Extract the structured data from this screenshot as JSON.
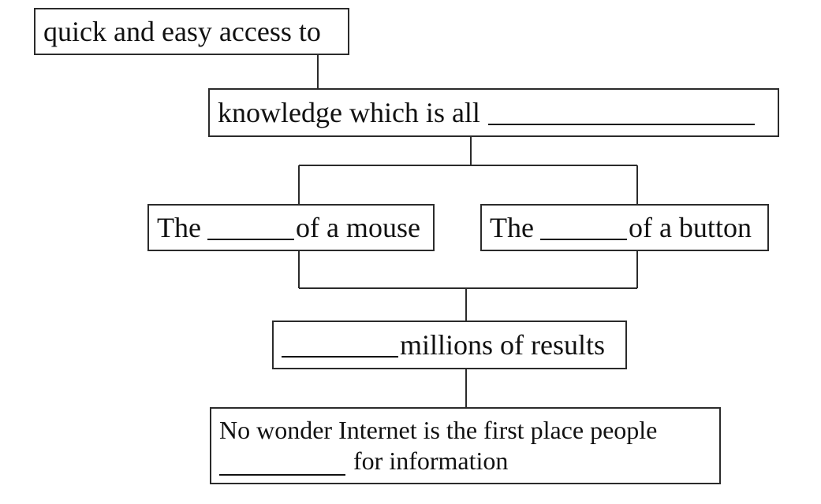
{
  "diagram": {
    "access_text": "quick and easy access to",
    "knowledge_text": "knowledge which is all",
    "mouse_box": {
      "prefix": "The",
      "suffix": "of a mouse"
    },
    "button_box": {
      "prefix": "The",
      "suffix": "of a button"
    },
    "results_text": "millions of results",
    "wonder_box": {
      "line1": "No wonder Internet is the first place people",
      "line2": "for information"
    },
    "colors": {
      "border": "#2b2b2b",
      "text": "#111111",
      "background": "#ffffff"
    }
  }
}
